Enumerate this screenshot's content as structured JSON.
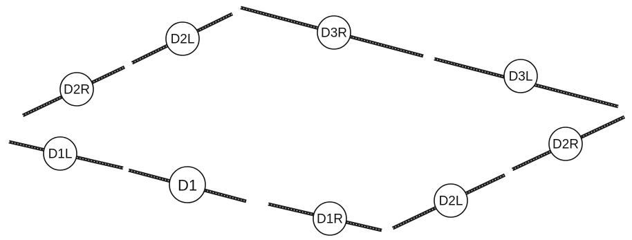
{
  "colors": {
    "background": "#ffffff",
    "rail": "#1e1e1e",
    "rail_highlight": "#e8e8e8",
    "marker_stroke": "#111111",
    "marker_fill": "#ffffff",
    "label": "#111111"
  },
  "markers": [
    {
      "id": "d2l-top-left",
      "label": "D2L"
    },
    {
      "id": "d2r-top-left",
      "label": "D2R"
    },
    {
      "id": "d3r-top",
      "label": "D3R"
    },
    {
      "id": "d3l-top-right",
      "label": "D3L"
    },
    {
      "id": "d1l-left",
      "label": "D1L"
    },
    {
      "id": "d1-center",
      "label": "D1"
    },
    {
      "id": "d1r-bottom",
      "label": "D1R"
    },
    {
      "id": "d2l-bottom-right",
      "label": "D2L"
    },
    {
      "id": "d2r-bottom-right",
      "label": "D2R"
    }
  ]
}
